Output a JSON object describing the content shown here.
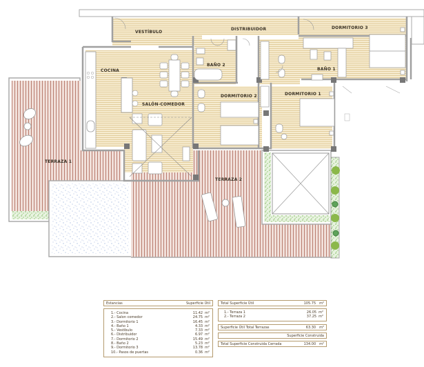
{
  "floor_plan": {
    "rooms": [
      {
        "id": "vestibulo",
        "label": "VESTÍBULO"
      },
      {
        "id": "distribuidor",
        "label": "DISTRIBUIDOR"
      },
      {
        "id": "dormitorio3",
        "label": "DORMITORIO 3"
      },
      {
        "id": "cocina",
        "label": "COCINA"
      },
      {
        "id": "bano2",
        "label": "BAÑO 2"
      },
      {
        "id": "bano1",
        "label": "BAÑO 1"
      },
      {
        "id": "salon",
        "label": "SALÓN-COMEDOR"
      },
      {
        "id": "dormitorio2",
        "label": "DORMITORIO 2"
      },
      {
        "id": "dormitorio1",
        "label": "DORMITORIO 1"
      },
      {
        "id": "terraza1",
        "label": "TERRAZA 1"
      },
      {
        "id": "terraza2",
        "label": "TERRAZA 2"
      }
    ],
    "colors": {
      "interior_floor": "#f3e6c6",
      "interior_stripe": "#e6d3a4",
      "terrace_floor": "#ead3cb",
      "terrace_stripe": "#b8786a",
      "wall": "#a9a9a9",
      "planter": "#7ab85a",
      "gravel": "#8fa8d8"
    }
  },
  "table_estancias": {
    "header_left": "Estancias",
    "header_right": "Superficie Útil",
    "unit": "m²",
    "rows": [
      {
        "name": "1.- Cocina",
        "value": "11.42"
      },
      {
        "name": "2.- Salon comedor",
        "value": "24.75"
      },
      {
        "name": "3.- Dormitorio 1",
        "value": "16.45"
      },
      {
        "name": "4.- Baño 1",
        "value": "4.33"
      },
      {
        "name": "5.- Vestibulo",
        "value": "7.33"
      },
      {
        "name": "6.- Distribuidor",
        "value": "6.97"
      },
      {
        "name": "7.- Dormitorio 2",
        "value": "15.49"
      },
      {
        "name": "8.- Baño 2",
        "value": "5.23"
      },
      {
        "name": "9.- Dormitorio 3",
        "value": "13.78"
      },
      {
        "name": "10.- Pasos de puertas",
        "value": "0.36"
      }
    ]
  },
  "table_totals": {
    "total_util_label": "Total Superficie Útil",
    "total_util_value": "105.75",
    "unit": "m²",
    "terrazas": [
      {
        "name": "1.- Terraza 1",
        "value": "26.05"
      },
      {
        "name": "2.- Terraza 2",
        "value": "37.25"
      }
    ],
    "total_terrazas_label": "Superficie Útil Total Terrazas",
    "total_terrazas_value": "63.30",
    "construida_header": "Superficie Construida",
    "total_construida_label": "Total Superficie Construida Cerrada",
    "total_construida_value": "134.00"
  }
}
